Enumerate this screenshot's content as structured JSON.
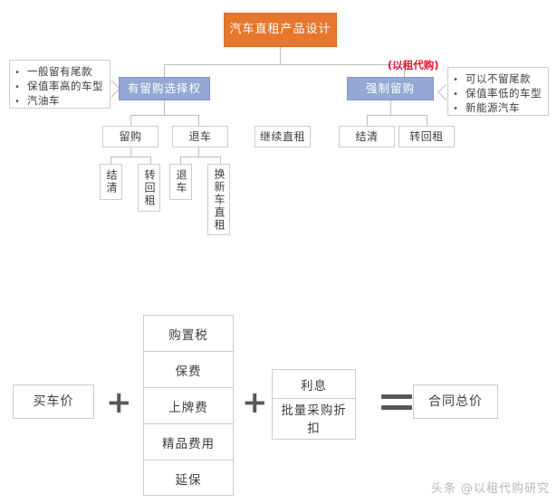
{
  "diagram": {
    "title_box": "汽车直租产品设计",
    "left_note": {
      "bullets": [
        "一般留有尾款",
        "保值率高的车型",
        "汽油车"
      ]
    },
    "right_note": {
      "bullets": [
        "可以不留尾款",
        "保值率低的车型",
        "新能源汽车"
      ]
    },
    "left_branch_label": "有留购选择权",
    "right_branch_label": "强制留购",
    "right_branch_tag": "(以租代购)",
    "left_children": [
      {
        "label": "留购",
        "children": [
          "结清",
          "转回租"
        ]
      },
      {
        "label": "退车",
        "children": [
          "退车",
          "换新车直租"
        ]
      }
    ],
    "right_children": [
      "继续直租",
      "结清",
      "转回租"
    ]
  },
  "formula": {
    "term1": "买车价",
    "op1": "+",
    "stack1": [
      "购置税",
      "保费",
      "上牌费",
      "精品费用",
      "延保"
    ],
    "op2": "+",
    "stack2": [
      "利息",
      "批量采购折扣"
    ],
    "equals": "=",
    "result": "合同总价"
  },
  "watermark": "头条 @以租代购研究",
  "colors": {
    "title_box": "#E8772E",
    "branch_box": "#93A8D4",
    "tag": "#E8112D",
    "box_border": "#C9CCD1",
    "line": "#B9BCC0"
  }
}
